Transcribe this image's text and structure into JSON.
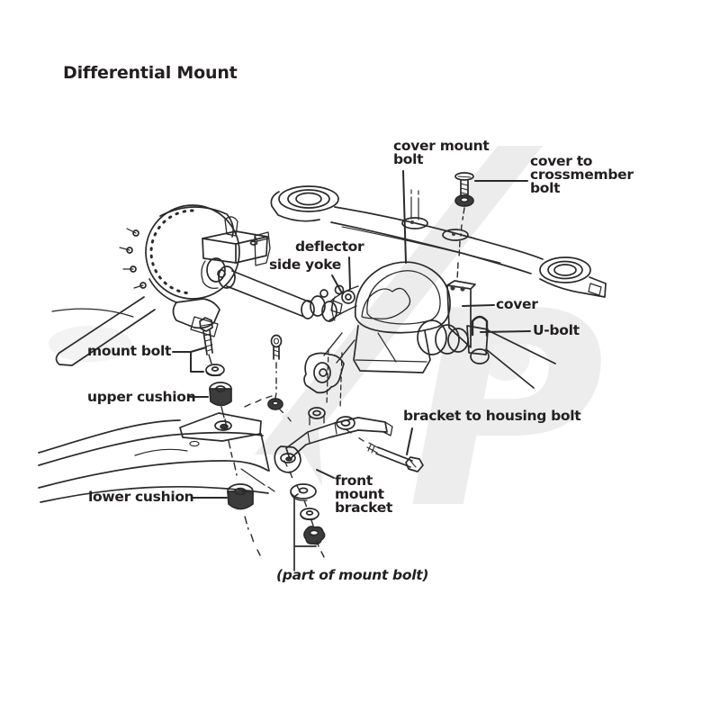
{
  "title": "Differential Mount",
  "watermark_text": "P",
  "labels": {
    "cover_mount_bolt": "cover mount\nbolt",
    "cover_to_crossmember_bolt": "cover to\ncrossmember\nbolt",
    "deflector": "deflector",
    "side_yoke": "side yoke",
    "cover": "cover",
    "u_bolt": "U-bolt",
    "mount_bolt": "mount bolt",
    "upper_cushion": "upper cushion",
    "bracket_to_housing_bolt": "bracket to housing bolt",
    "front_mount_bracket": "front\nmount\nbracket",
    "lower_cushion": "lower cushion",
    "part_of_mount_bolt": "(part of mount bolt)"
  },
  "colors": {
    "background": "#ffffff",
    "line": "#2a2a2a",
    "text": "#231f20",
    "watermark": "#ececec",
    "dark_fill": "#3c3c3c"
  }
}
